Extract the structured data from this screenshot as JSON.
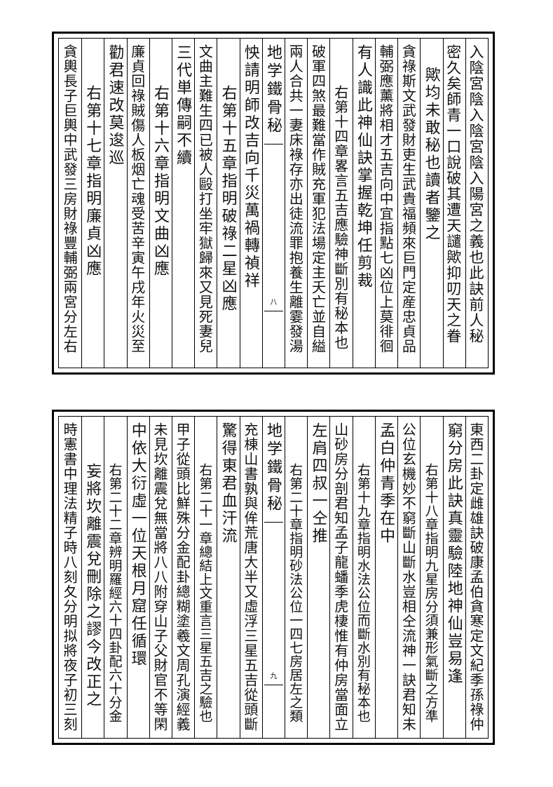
{
  "top_page": {
    "columns": [
      {
        "text": "入陰宮陰入陰宮陰入陽宮之義也此訣前人秘",
        "indent": 0
      },
      {
        "text": "密久矣師青一口說破其遭天譴歟抑叨天之眷",
        "indent": 0
      },
      {
        "text": "歟均未敢秘也讀者鑒之",
        "indent": 1
      },
      {
        "text": "貪祿斯文武發財吏生武貴福頻來巨門定産忠貞品",
        "indent": 0
      },
      {
        "text": "輔弼應薰將相才五吉向中宜指點七凶位上莫徘徊",
        "indent": 0
      },
      {
        "text": "有人識此神仙訣掌握乾坤任剪裁",
        "indent": 0
      },
      {
        "text": "右第十四章畧言五吉應驗神斷別有秘本也",
        "indent": 2
      },
      {
        "text": "破軍四煞最難當作賊充軍犯法場定主夭亡並自縊",
        "indent": 0
      },
      {
        "text": "兩人合共一妻床祿存亦出徒流罪抱養生離霎發湯",
        "indent": 0
      }
    ],
    "center": {
      "header": "地学鐵骨秘",
      "page_number": "八"
    },
    "columns_left": [
      {
        "text": "怏請明師改吉向千災萬禍轉禎祥",
        "indent": 0
      },
      {
        "text": "右第十五章指明破祿二星凶應",
        "indent": 2
      },
      {
        "text": "文曲主難生四已被人毆打坐牢獄歸來又見死妻兒",
        "indent": 0
      },
      {
        "text": "三代単傳嗣不續",
        "indent": 0
      },
      {
        "text": "右第十六章指明文曲凶應",
        "indent": 2
      },
      {
        "text": "廉貞回祿賊傷人板烟亡魂受苦辛寅午戌年火災至",
        "indent": 0
      },
      {
        "text": "勸君速改莫逡巡",
        "indent": 0
      },
      {
        "text": "右第十七章指明廉貞凶應",
        "indent": 2
      },
      {
        "text": "貪輿長子巨輿中武發三房財祿豐輔弼兩宮分左右",
        "indent": 0
      }
    ]
  },
  "bottom_page": {
    "columns": [
      {
        "text": "東西二卦定雌雄訣破康孟伯貪寒定文紀季孫祿仲",
        "indent": 0
      },
      {
        "text": "窮分房此訣真靈驗陸地神仙豈易逢",
        "indent": 0
      },
      {
        "text": "右第十八章指明九星房分須兼形氣斷之方準",
        "indent": 2
      },
      {
        "text": "公位玄機妙不窮斷山斷水豈相仝流神一訣君知未",
        "indent": 0
      },
      {
        "text": "孟白仲青季在中",
        "indent": 0
      },
      {
        "text": "右第十九章指明水法公位而斷水別有秘本也",
        "indent": 2
      },
      {
        "text": "山砂房分剖君知孟子龍蟠季虎棲惟有仲房當面立",
        "indent": 0
      },
      {
        "text": "左肩四叔一仝推",
        "indent": 0
      },
      {
        "text": "右第二十章指明砂法公位一四七房居左之類",
        "indent": 2
      }
    ],
    "center": {
      "header": "地学鐵骨秘",
      "page_number": "九"
    },
    "columns_left": [
      {
        "text": "充棟山書孰與侔荒唐大半又虛浮三星五吉從頭斷",
        "indent": 0
      },
      {
        "text": "驚得東君血汗流",
        "indent": 0
      },
      {
        "text": "右第二十一章總結上文重言三星五吉之驗也",
        "indent": 2
      },
      {
        "text": "甲子從頭比鮮殊分金配卦總糊塗羲文周孔演經義",
        "indent": 0
      },
      {
        "text": "未見坎離震兌無當將八八附穿山子父財官不等閑",
        "indent": 0
      },
      {
        "text": "中依大衍虛一位天根月窟任循環",
        "indent": 0
      },
      {
        "text": "右第二十二章辨明羅經六十四卦配六十分金",
        "indent": 2
      },
      {
        "text": "妄將坎離震兌刪除之謬今改正之",
        "indent": 2
      },
      {
        "text": "時憲書中理法精子時八刻夂分明拟將夜子初三刻",
        "indent": 0
      }
    ]
  }
}
